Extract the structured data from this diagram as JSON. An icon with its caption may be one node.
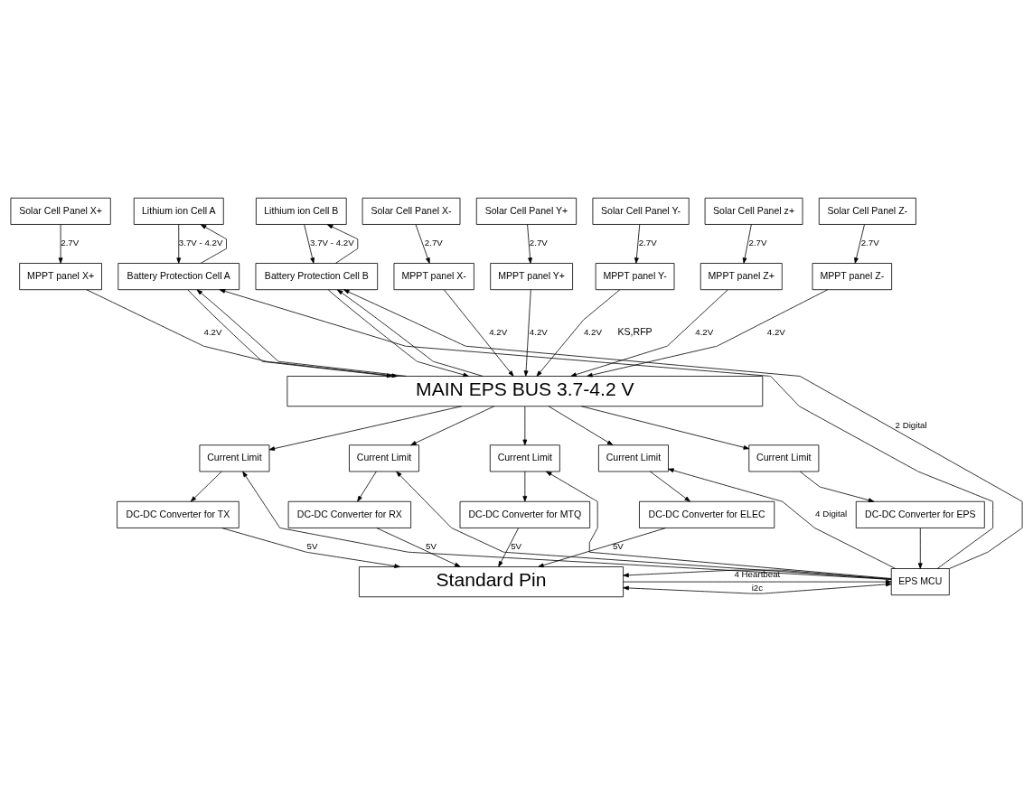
{
  "diagram": {
    "nodes": [
      {
        "text": [
          "Solar Cell Panel X+"
        ]
      },
      {
        "text": [
          "Solar Cell Panel X-"
        ]
      },
      {
        "text": [
          "Solar Cell Panel Y+"
        ]
      },
      {
        "text": [
          "Solar Cell Panel Y-"
        ]
      },
      {
        "text": [
          "Solar Cell Panel z+"
        ]
      },
      {
        "text": [
          "Solar Cell Panel Z-"
        ]
      },
      {
        "text": [
          "MPPT panel X+"
        ]
      },
      {
        "text": [
          "MPPT panel X-"
        ]
      },
      {
        "text": [
          "MPPT panel Y+"
        ]
      },
      {
        "text": [
          "MPPT panel Y-"
        ]
      },
      {
        "text": [
          "MPPT panel Z+"
        ]
      },
      {
        "text": [
          "MPPT panel Z-"
        ]
      },
      {
        "text": [
          "Lithium ion Cell A"
        ]
      },
      {
        "text": [
          "Lithium ion Cell B"
        ]
      },
      {
        "text": [
          "Battery Protection Cell A"
        ]
      },
      {
        "text": [
          "Battery Protection Cell B"
        ]
      },
      {
        "text": [
          "MAIN EPS BUS 3.7-4.2 V"
        ]
      },
      {
        "text": [
          "Current Limit"
        ]
      },
      {
        "text": [
          "Current Limit"
        ]
      },
      {
        "text": [
          "Current Limit"
        ]
      },
      {
        "text": [
          "Current Limit"
        ]
      },
      {
        "text": [
          "Current Limit"
        ]
      },
      {
        "text": [
          "DC-DC Converter for TX"
        ]
      },
      {
        "text": [
          "DC-DC Converter for RX"
        ]
      },
      {
        "text": [
          "DC-DC Converter for MTQ"
        ]
      },
      {
        "text": [
          "DC-DC Converter for ELEC"
        ]
      },
      {
        "text": [
          "DC-DC Converter for EPS"
        ]
      },
      {
        "text": [
          "Standard Pin"
        ]
      },
      {
        "text": [
          "EPS MCU"
        ]
      }
    ],
    "edges": [
      {
        "from": 0,
        "to": 6,
        "arrow": "to",
        "label": "2.7V"
      },
      {
        "from": 1,
        "to": 7,
        "arrow": "to",
        "label": "2.7V"
      },
      {
        "from": 2,
        "to": 8,
        "arrow": "to",
        "label": "2.7V"
      },
      {
        "from": 3,
        "to": 9,
        "arrow": "to",
        "label": "2.7V"
      },
      {
        "from": 4,
        "to": 10,
        "arrow": "to",
        "label": "2.7V"
      },
      {
        "from": 5,
        "to": 11,
        "arrow": "to",
        "label": "2.7V"
      },
      {
        "from": 6,
        "to": 16,
        "arrow": "to",
        "label": "4.2V"
      },
      {
        "from": 7,
        "to": 16,
        "arrow": "to",
        "label": "4.2V"
      },
      {
        "from": 8,
        "to": 16,
        "arrow": "to",
        "label": "4.2V"
      },
      {
        "from": 9,
        "to": 16,
        "arrow": "to",
        "label": "4.2V"
      },
      {
        "from": 10,
        "to": 16,
        "arrow": "to",
        "label": "4.2V"
      },
      {
        "from": 11,
        "to": 16,
        "arrow": "to",
        "label": "4.2V"
      },
      {
        "from": 12,
        "to": 14,
        "arrow": "to",
        "label": "3.7V - 4.2V"
      },
      {
        "from": 14,
        "to": 12,
        "arrow": "to"
      },
      {
        "from": 13,
        "to": 15,
        "arrow": "to",
        "label": "3.7V - 4.2V"
      },
      {
        "from": 15,
        "to": 13,
        "arrow": "to"
      },
      {
        "from": 14,
        "to": 16,
        "arrow": "to"
      },
      {
        "from": 16,
        "to": 14,
        "arrow": "to"
      },
      {
        "from": 15,
        "to": 16,
        "arrow": "to"
      },
      {
        "from": 16,
        "to": 15,
        "arrow": "to"
      },
      {
        "from": 28,
        "to": 14,
        "arrow": "to"
      },
      {
        "from": 28,
        "to": 15,
        "arrow": "to",
        "label": "2 Digital"
      },
      {
        "from": 16,
        "to": 17,
        "arrow": "to"
      },
      {
        "from": 16,
        "to": 18,
        "arrow": "to"
      },
      {
        "from": 16,
        "to": 19,
        "arrow": "to"
      },
      {
        "from": 16,
        "to": 20,
        "arrow": "to"
      },
      {
        "from": 16,
        "to": 21,
        "arrow": "to"
      },
      {
        "from": 17,
        "to": 22,
        "arrow": "to"
      },
      {
        "from": 18,
        "to": 23,
        "arrow": "to"
      },
      {
        "from": 19,
        "to": 24,
        "arrow": "to"
      },
      {
        "from": 20,
        "to": 25,
        "arrow": "to"
      },
      {
        "from": 21,
        "to": 26,
        "arrow": "to"
      },
      {
        "from": 28,
        "to": 17,
        "arrow": "to"
      },
      {
        "from": 28,
        "to": 18,
        "arrow": "to"
      },
      {
        "from": 28,
        "to": 19,
        "arrow": "to"
      },
      {
        "from": 28,
        "to": 20,
        "arrow": "to",
        "label": "4 Digital"
      },
      {
        "from": 22,
        "to": 27,
        "arrow": "to",
        "label": "5V"
      },
      {
        "from": 23,
        "to": 27,
        "arrow": "to",
        "label": "5V"
      },
      {
        "from": 24,
        "to": 27,
        "arrow": "to",
        "label": "5V"
      },
      {
        "from": 25,
        "to": 27,
        "arrow": "to",
        "label": "5V"
      },
      {
        "from": 26,
        "to": 28,
        "arrow": "to"
      },
      {
        "from": 27,
        "to": 28,
        "arrow": "both",
        "label": "i2c"
      },
      {
        "from": 28,
        "to": 27,
        "arrow": "to"
      },
      {
        "from": 27,
        "to": 28,
        "arrow": "to",
        "label": "4 Heartbeat"
      }
    ],
    "labels": [
      "KS,RFP"
    ]
  }
}
